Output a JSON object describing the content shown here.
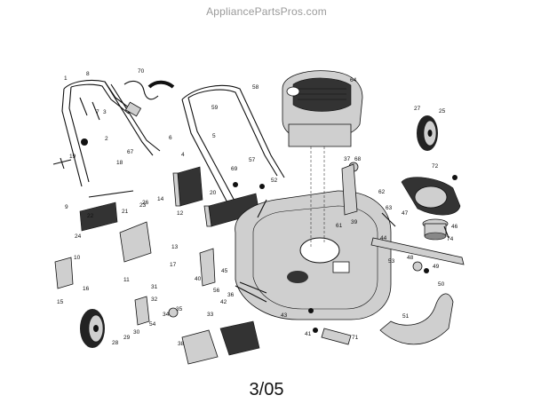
{
  "watermark": "AppliancePartsPros.com",
  "page_number": "3/05",
  "callouts": [
    "1",
    "2",
    "3",
    "4",
    "5",
    "6",
    "7",
    "8",
    "9",
    "10",
    "11",
    "12",
    "13",
    "14",
    "15",
    "16",
    "17",
    "18",
    "19",
    "20",
    "21",
    "22",
    "23",
    "24",
    "25",
    "26",
    "27",
    "28",
    "29",
    "30",
    "31",
    "32",
    "33",
    "34",
    "35",
    "36",
    "37",
    "38",
    "39",
    "40",
    "41",
    "42",
    "43",
    "44",
    "45",
    "46",
    "47",
    "48",
    "49",
    "50",
    "51",
    "52",
    "53",
    "54",
    "56",
    "57",
    "58",
    "59",
    "61",
    "62",
    "63",
    "64",
    "67",
    "68",
    "69",
    "70",
    "71",
    "72",
    "74"
  ]
}
